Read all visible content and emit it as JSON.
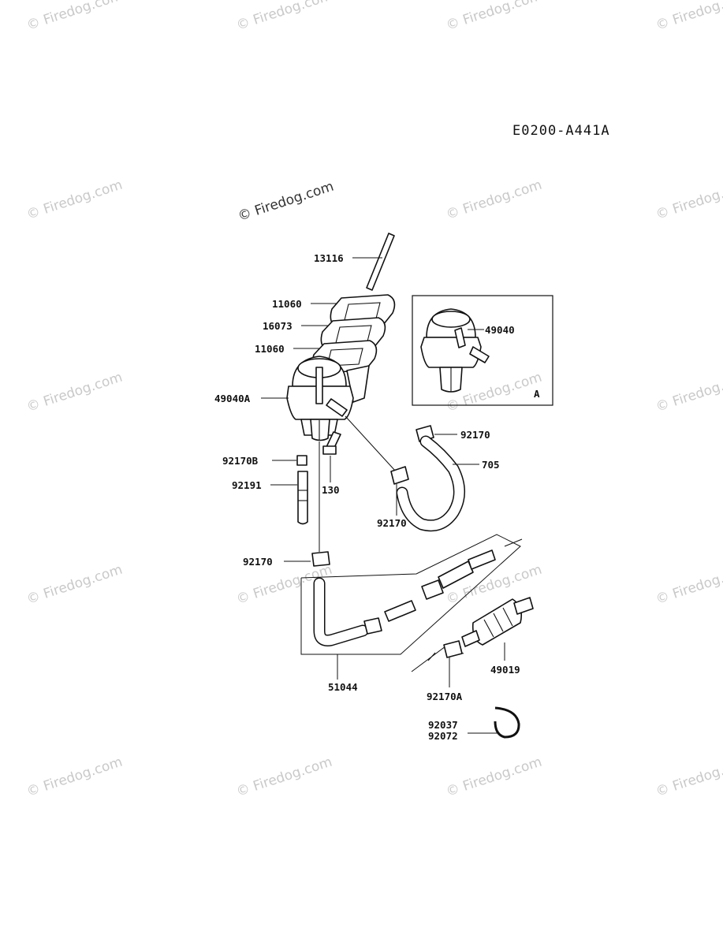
{
  "diagram_code": "E0200-A441A",
  "watermark_text": "© Firedog.com",
  "inset_label": "A",
  "callouts": [
    {
      "id": "13116",
      "text": "13116"
    },
    {
      "id": "11060a",
      "text": "11060"
    },
    {
      "id": "16073",
      "text": "16073"
    },
    {
      "id": "11060b",
      "text": "11060"
    },
    {
      "id": "49040A",
      "text": "49040A"
    },
    {
      "id": "49040",
      "text": "49040"
    },
    {
      "id": "92170a",
      "text": "92170"
    },
    {
      "id": "705",
      "text": "705"
    },
    {
      "id": "92170B",
      "text": "92170B"
    },
    {
      "id": "92191",
      "text": "92191"
    },
    {
      "id": "130",
      "text": "130"
    },
    {
      "id": "92170b",
      "text": "92170"
    },
    {
      "id": "92170c",
      "text": "92170"
    },
    {
      "id": "51044",
      "text": "51044"
    },
    {
      "id": "92170A",
      "text": "92170A"
    },
    {
      "id": "49019",
      "text": "49019"
    },
    {
      "id": "92037",
      "text": "92037"
    },
    {
      "id": "92072",
      "text": "92072"
    }
  ]
}
